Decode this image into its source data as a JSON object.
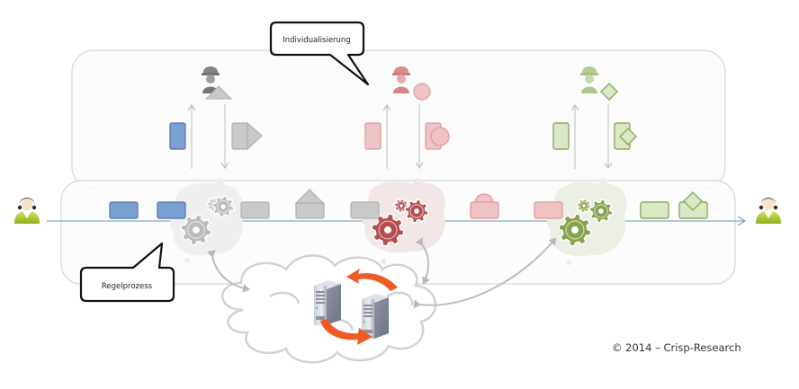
{
  "callouts": {
    "top": "Individualisierung",
    "bottom": "Regelprozess"
  },
  "copyright": "© 2014 – Crisp-Research",
  "colors": {
    "blue_fill": "#7aa0cf",
    "blue_stroke": "#4f75a8",
    "gray_fill": "#c9c9c9",
    "gray_stroke": "#a8a8a8",
    "red_fill": "#efc3c3",
    "red_stroke": "#dc9a9a",
    "red_gear": "#b44e4e",
    "green_fill": "#dbe8c8",
    "green_stroke": "#8aab5a",
    "green_gear": "#86a24e",
    "gray_gear": "#bbbbbb",
    "flow_line": "#9ab6d6",
    "panel_stroke": "#d6d6d6",
    "arrow_orange": "#ef5a25"
  },
  "icons": {
    "customer_start": "person-icon",
    "customer_end": "person-icon",
    "worker_gray": "worker-icon",
    "worker_red": "worker-icon",
    "worker_green": "worker-icon",
    "gears": "gears-icon",
    "cloud": "cloud-icon",
    "servers": "server-icon",
    "sync": "sync-arrows-icon"
  }
}
